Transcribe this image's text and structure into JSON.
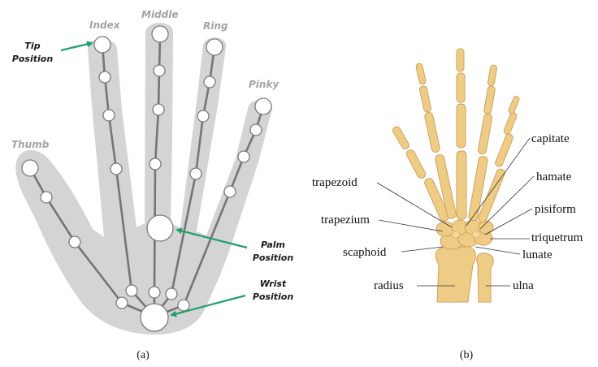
{
  "panel_a": {
    "finger_labels": {
      "thumb": "Thumb",
      "index": "Index",
      "middle": "Middle",
      "ring": "Ring",
      "pinky": "Pinky"
    },
    "position_labels": {
      "tip_line1": "Tip",
      "tip_line2": "Position",
      "palm_line1": "Palm",
      "palm_line2": "Position",
      "wrist_line1": "Wrist",
      "wrist_line2": "Position"
    },
    "caption": "(a)",
    "colors": {
      "hand_fill": "#d4d4d4",
      "bone_line": "#757575",
      "arrow": "#21a06a"
    }
  },
  "panel_b": {
    "bone_labels": {
      "capitate": "capitate",
      "trapezoid": "trapezoid",
      "hamate": "hamate",
      "pisiform": "pisiform",
      "trapezium": "trapezium",
      "triquetrum": "triquetrum",
      "scaphoid": "scaphoid",
      "lunate": "lunate",
      "radius": "radius",
      "ulna": "ulna"
    },
    "caption": "(b)",
    "colors": {
      "bone": "#efcc86",
      "bone_outline": "#cfa35b"
    }
  }
}
